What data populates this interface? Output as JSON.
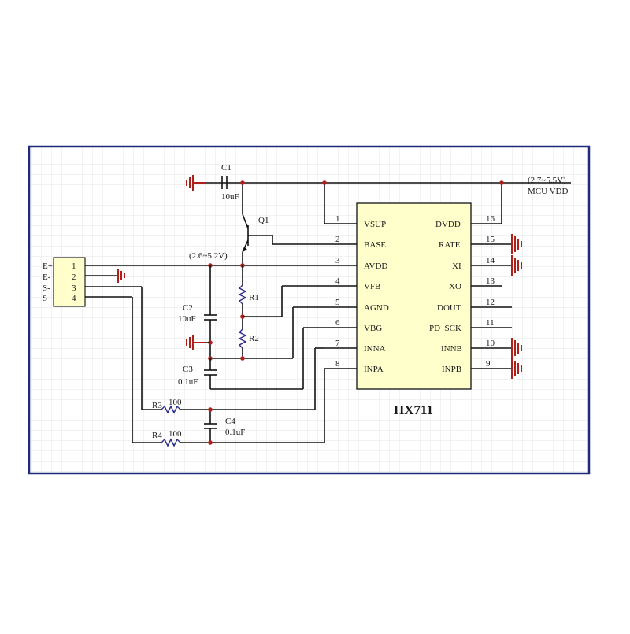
{
  "chip": {
    "name": "HX711",
    "fill": "#ffffcc",
    "left_pins": [
      {
        "num": "1",
        "name": "VSUP"
      },
      {
        "num": "2",
        "name": "BASE"
      },
      {
        "num": "3",
        "name": "AVDD"
      },
      {
        "num": "4",
        "name": "VFB"
      },
      {
        "num": "5",
        "name": "AGND"
      },
      {
        "num": "6",
        "name": "VBG"
      },
      {
        "num": "7",
        "name": "INNA"
      },
      {
        "num": "8",
        "name": "INPA"
      }
    ],
    "right_pins": [
      {
        "num": "16",
        "name": "DVDD"
      },
      {
        "num": "15",
        "name": "RATE"
      },
      {
        "num": "14",
        "name": "XI"
      },
      {
        "num": "13",
        "name": "XO"
      },
      {
        "num": "12",
        "name": "DOUT"
      },
      {
        "num": "11",
        "name": "PD_SCK"
      },
      {
        "num": "10",
        "name": "INNB"
      },
      {
        "num": "9",
        "name": "INPB"
      }
    ]
  },
  "connector": {
    "fill": "#ffffcc",
    "pins": [
      {
        "num": "1",
        "name": "E+"
      },
      {
        "num": "2",
        "name": "E-"
      },
      {
        "num": "3",
        "name": "S-"
      },
      {
        "num": "4",
        "name": "S+"
      }
    ]
  },
  "components": {
    "c1": {
      "ref": "C1",
      "value": "10uF"
    },
    "c2": {
      "ref": "C2",
      "value": "10uF"
    },
    "c3": {
      "ref": "C3",
      "value": "0.1uF"
    },
    "c4": {
      "ref": "C4",
      "value": "0.1uF"
    },
    "q1": {
      "ref": "Q1"
    },
    "r1": {
      "ref": "R1"
    },
    "r2": {
      "ref": "R2"
    },
    "r3": {
      "ref": "R3",
      "value": "100"
    },
    "r4": {
      "ref": "R4",
      "value": "100"
    }
  },
  "nets": {
    "avdd_range": "(2.6~5.2V)",
    "mcu_range": "(2.7~5.5V)",
    "mcu_vdd": "MCU VDD"
  },
  "colors": {
    "frame": "#1f2a7a",
    "grid": "#e4e4e4",
    "wire": "#111111",
    "ground": "#b0201a",
    "chip_fill": "#ffffcc"
  }
}
